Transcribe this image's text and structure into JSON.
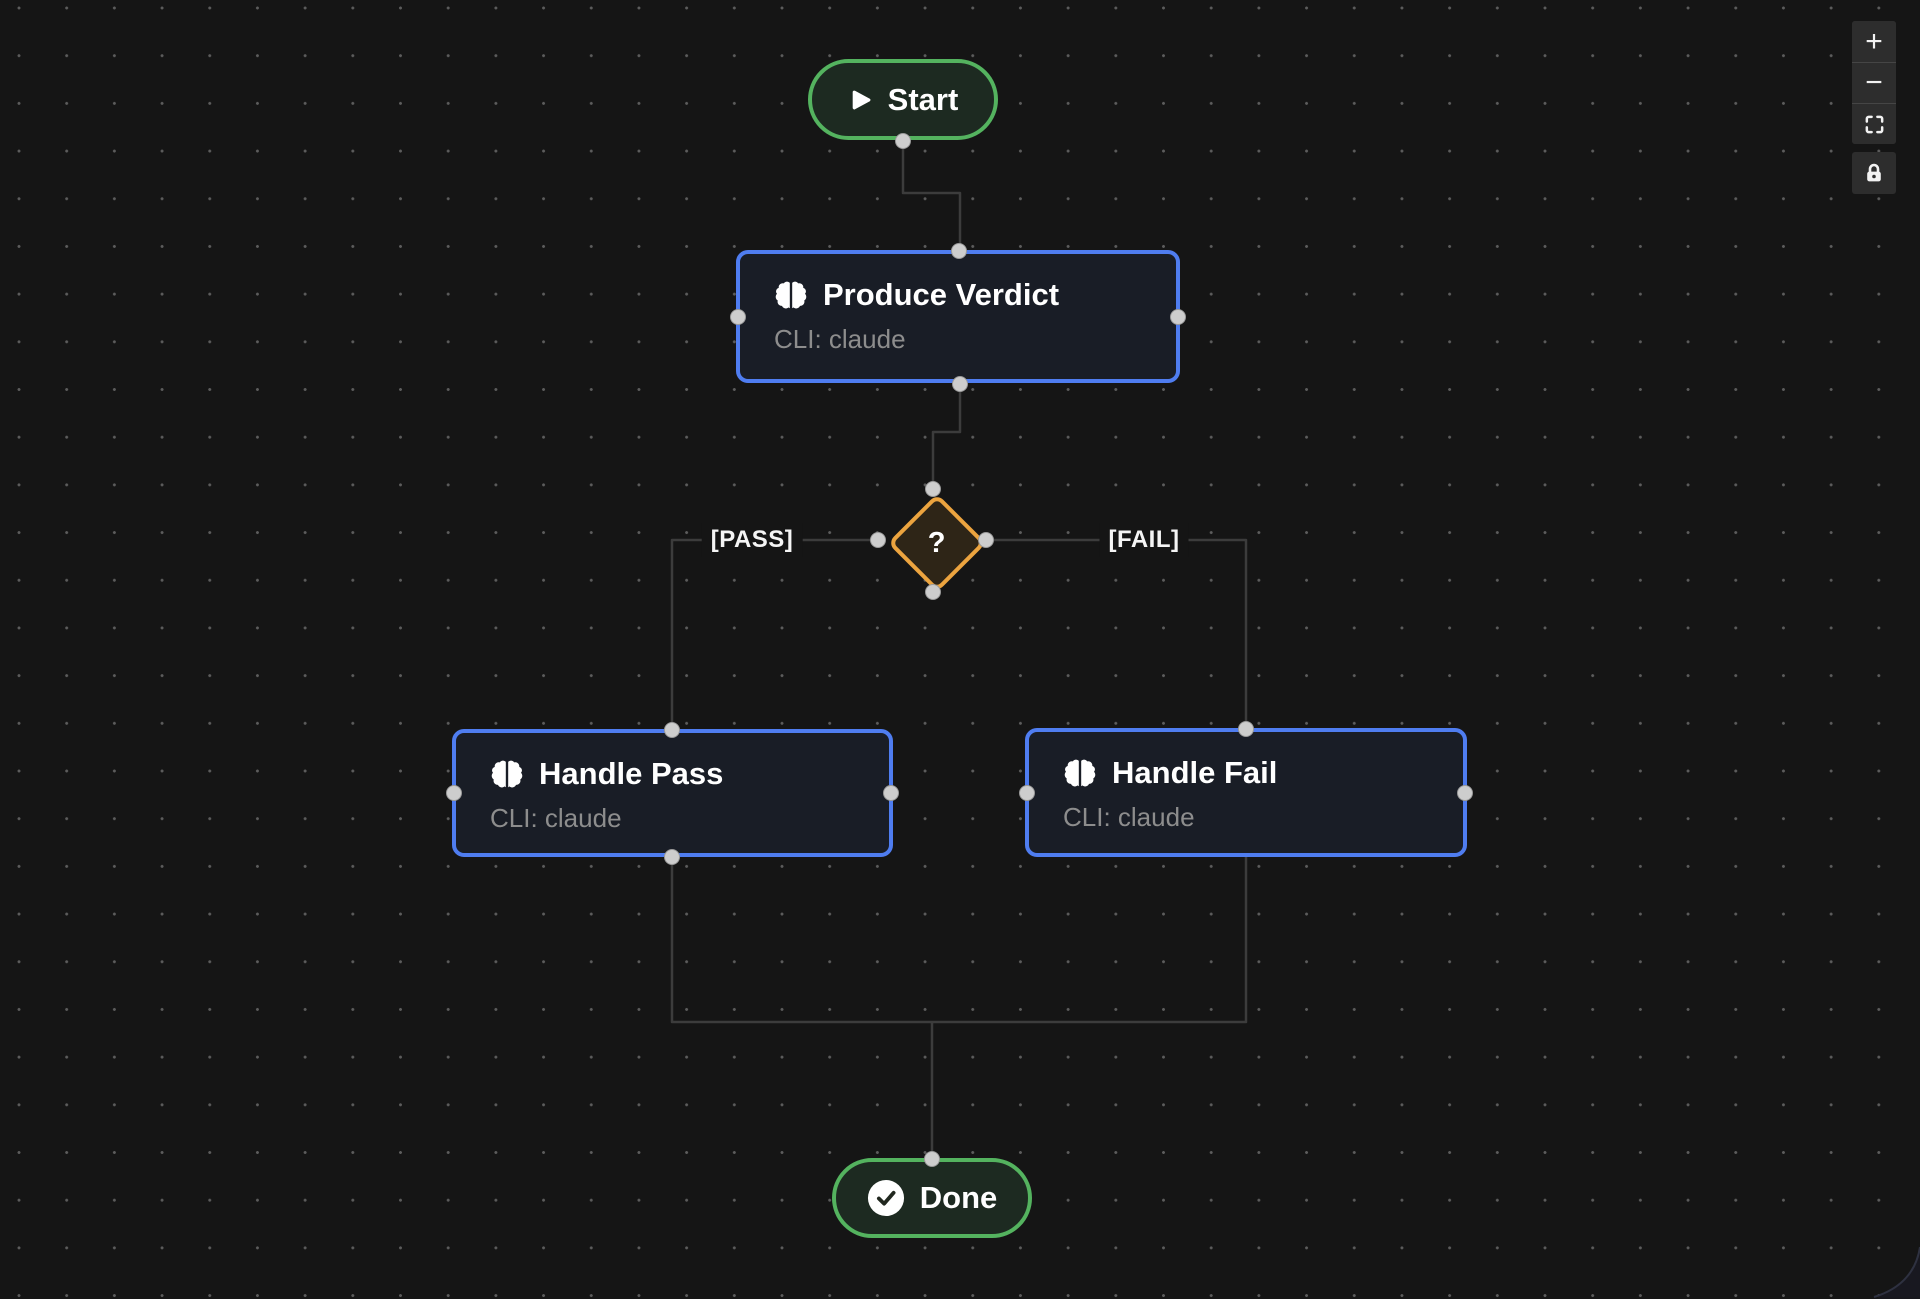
{
  "flow": {
    "nodes": {
      "start": {
        "label": "Start",
        "icon": "play-icon"
      },
      "produce_verdict": {
        "title": "Produce Verdict",
        "subtitle": "CLI: claude",
        "icon": "brain-icon"
      },
      "decision": {
        "label": "?"
      },
      "handle_pass": {
        "title": "Handle Pass",
        "subtitle": "CLI: claude",
        "icon": "brain-icon"
      },
      "handle_fail": {
        "title": "Handle Fail",
        "subtitle": "CLI: claude",
        "icon": "brain-icon"
      },
      "done": {
        "label": "Done",
        "icon": "check-icon"
      }
    },
    "edges": {
      "pass_label": "[PASS]",
      "fail_label": "[FAIL]"
    }
  },
  "controls": {
    "zoom_in_glyph": "+",
    "zoom_out_glyph": "−",
    "fit_view_icon": "fit-view-icon",
    "lock_icon": "lock-icon"
  },
  "colors": {
    "background": "#151515",
    "grid_dot": "#5c5c5c",
    "edge_line": "#3c3c3c",
    "task_node_border": "#4f7df0",
    "task_node_fill": "#191d26",
    "terminal_node_border": "#54b35f",
    "terminal_node_fill": "#1d2a21",
    "decision_border": "#eca43f",
    "decision_fill": "#2e2517",
    "title_text": "#ffffff",
    "subtitle_text": "#8d8d8d",
    "handle_fill": "#cdcdcd",
    "controls_background": "#2d2d2d"
  }
}
